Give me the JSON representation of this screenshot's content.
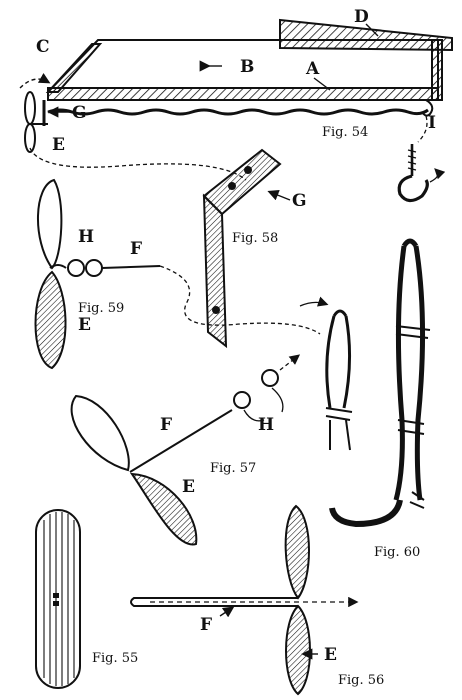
{
  "figures": {
    "fig54": "Fig. 54",
    "fig55": "Fig. 55",
    "fig56": "Fig. 56",
    "fig57": "Fig. 57",
    "fig58": "Fig. 58",
    "fig59": "Fig. 59",
    "fig60": "Fig. 60"
  },
  "parts": {
    "A": "A",
    "B": "B",
    "C": "C",
    "D": "D",
    "E": "E",
    "F": "F",
    "G": "G",
    "H": "H",
    "I": "I"
  }
}
